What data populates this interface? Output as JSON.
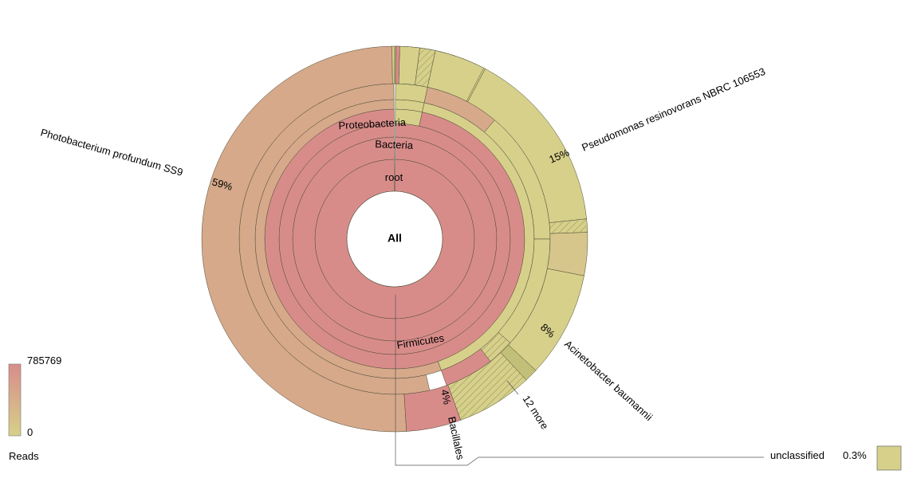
{
  "chart_data": {
    "type": "sunburst",
    "center_label": "All",
    "rings": [
      {
        "name": "root",
        "value_pct": 99.7
      },
      {
        "name": "Bacteria",
        "value_pct": 99.7
      },
      {
        "name": "Proteobacteria",
        "value_pct": 95.7
      },
      {
        "name": "Firmicutes",
        "value_pct": 4.0
      }
    ],
    "taxa": [
      {
        "name": "Photobacterium profundum SS9",
        "percent": "59%"
      },
      {
        "name": "Pseudomonas resinovorans NBRC 106553",
        "percent": "15%"
      },
      {
        "name": "Acinetobacter baumannii",
        "percent": "8%"
      },
      {
        "name": "Bacillales",
        "percent": "4%"
      },
      {
        "name": "12 more",
        "percent": ""
      }
    ],
    "unclassified": {
      "name": "unclassified",
      "percent": "0.3%"
    },
    "legend": {
      "max": "785769",
      "min": "0",
      "label": "Reads"
    },
    "colors": {
      "high": "#d88c8a",
      "mid": "#d6a98a",
      "low": "#d6d08a",
      "low_dark": "#c2c078"
    }
  }
}
